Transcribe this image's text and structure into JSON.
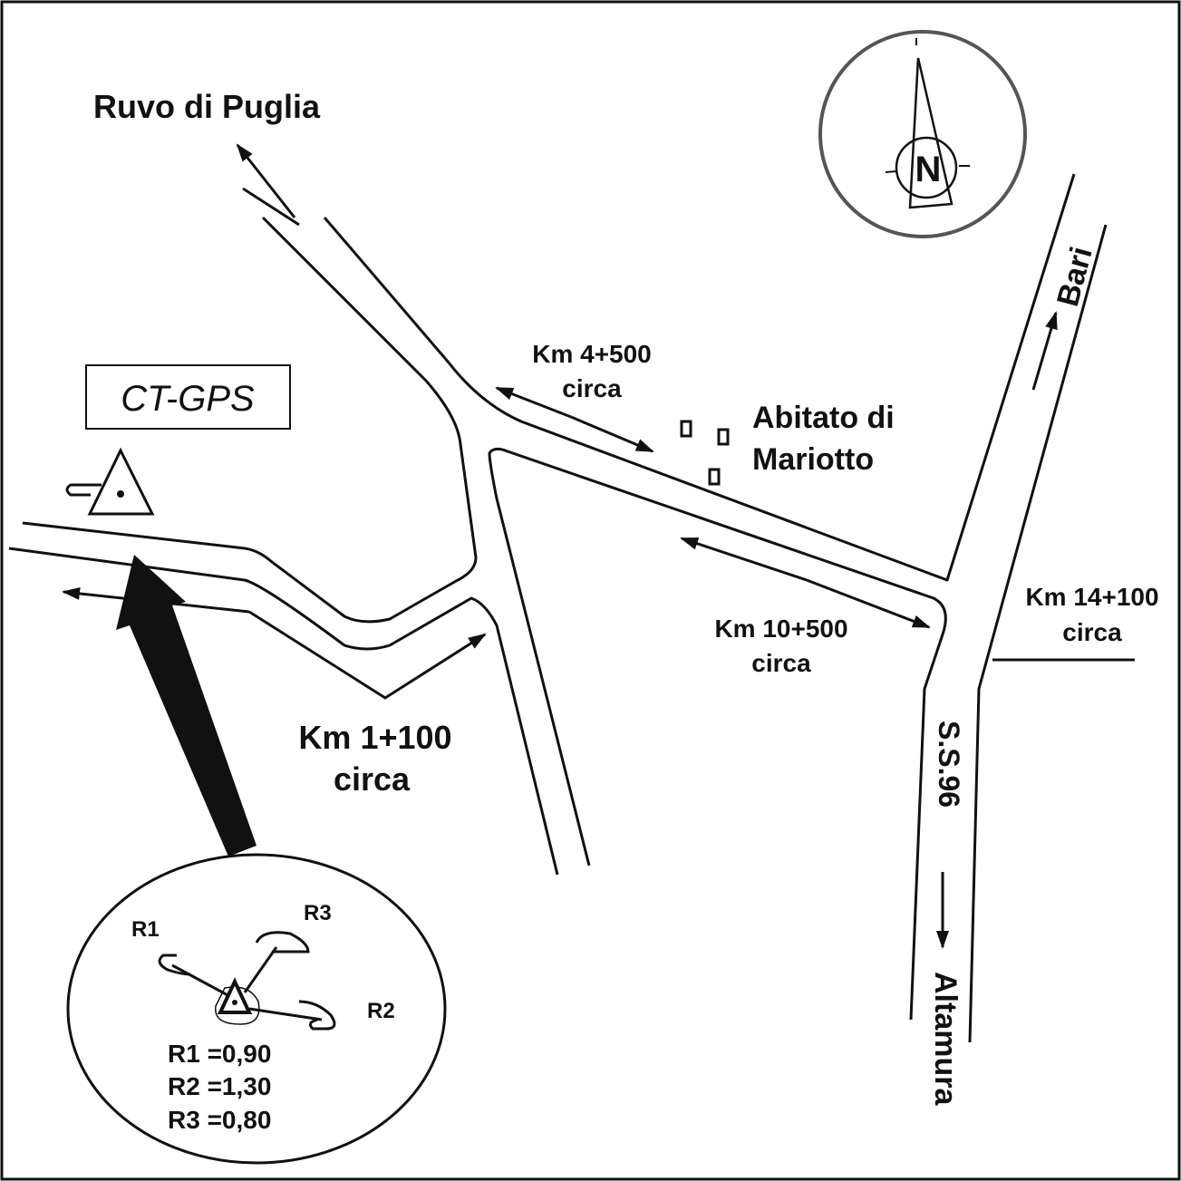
{
  "places": {
    "ruvo": "Ruvo di Puglia",
    "bari": "Bari",
    "altamura": "Altamura",
    "ss96": "S.S.96",
    "abitato_line1": "Abitato di",
    "abitato_line2": "Mariotto"
  },
  "station": {
    "label": "CT-GPS"
  },
  "distances": {
    "km1": {
      "value": "Km 1+100",
      "note": "circa"
    },
    "km4": {
      "value": "Km 4+500",
      "note": "circa"
    },
    "km10": {
      "value": "Km 10+500",
      "note": "circa"
    },
    "km14": {
      "value": "Km 14+100",
      "note": "circa"
    }
  },
  "compass": {
    "label": "N"
  },
  "inset": {
    "labels": [
      "R1",
      "R2",
      "R3"
    ],
    "values": [
      "R1 =0,90",
      "R2 =1,30",
      "R3 =0,80"
    ]
  }
}
